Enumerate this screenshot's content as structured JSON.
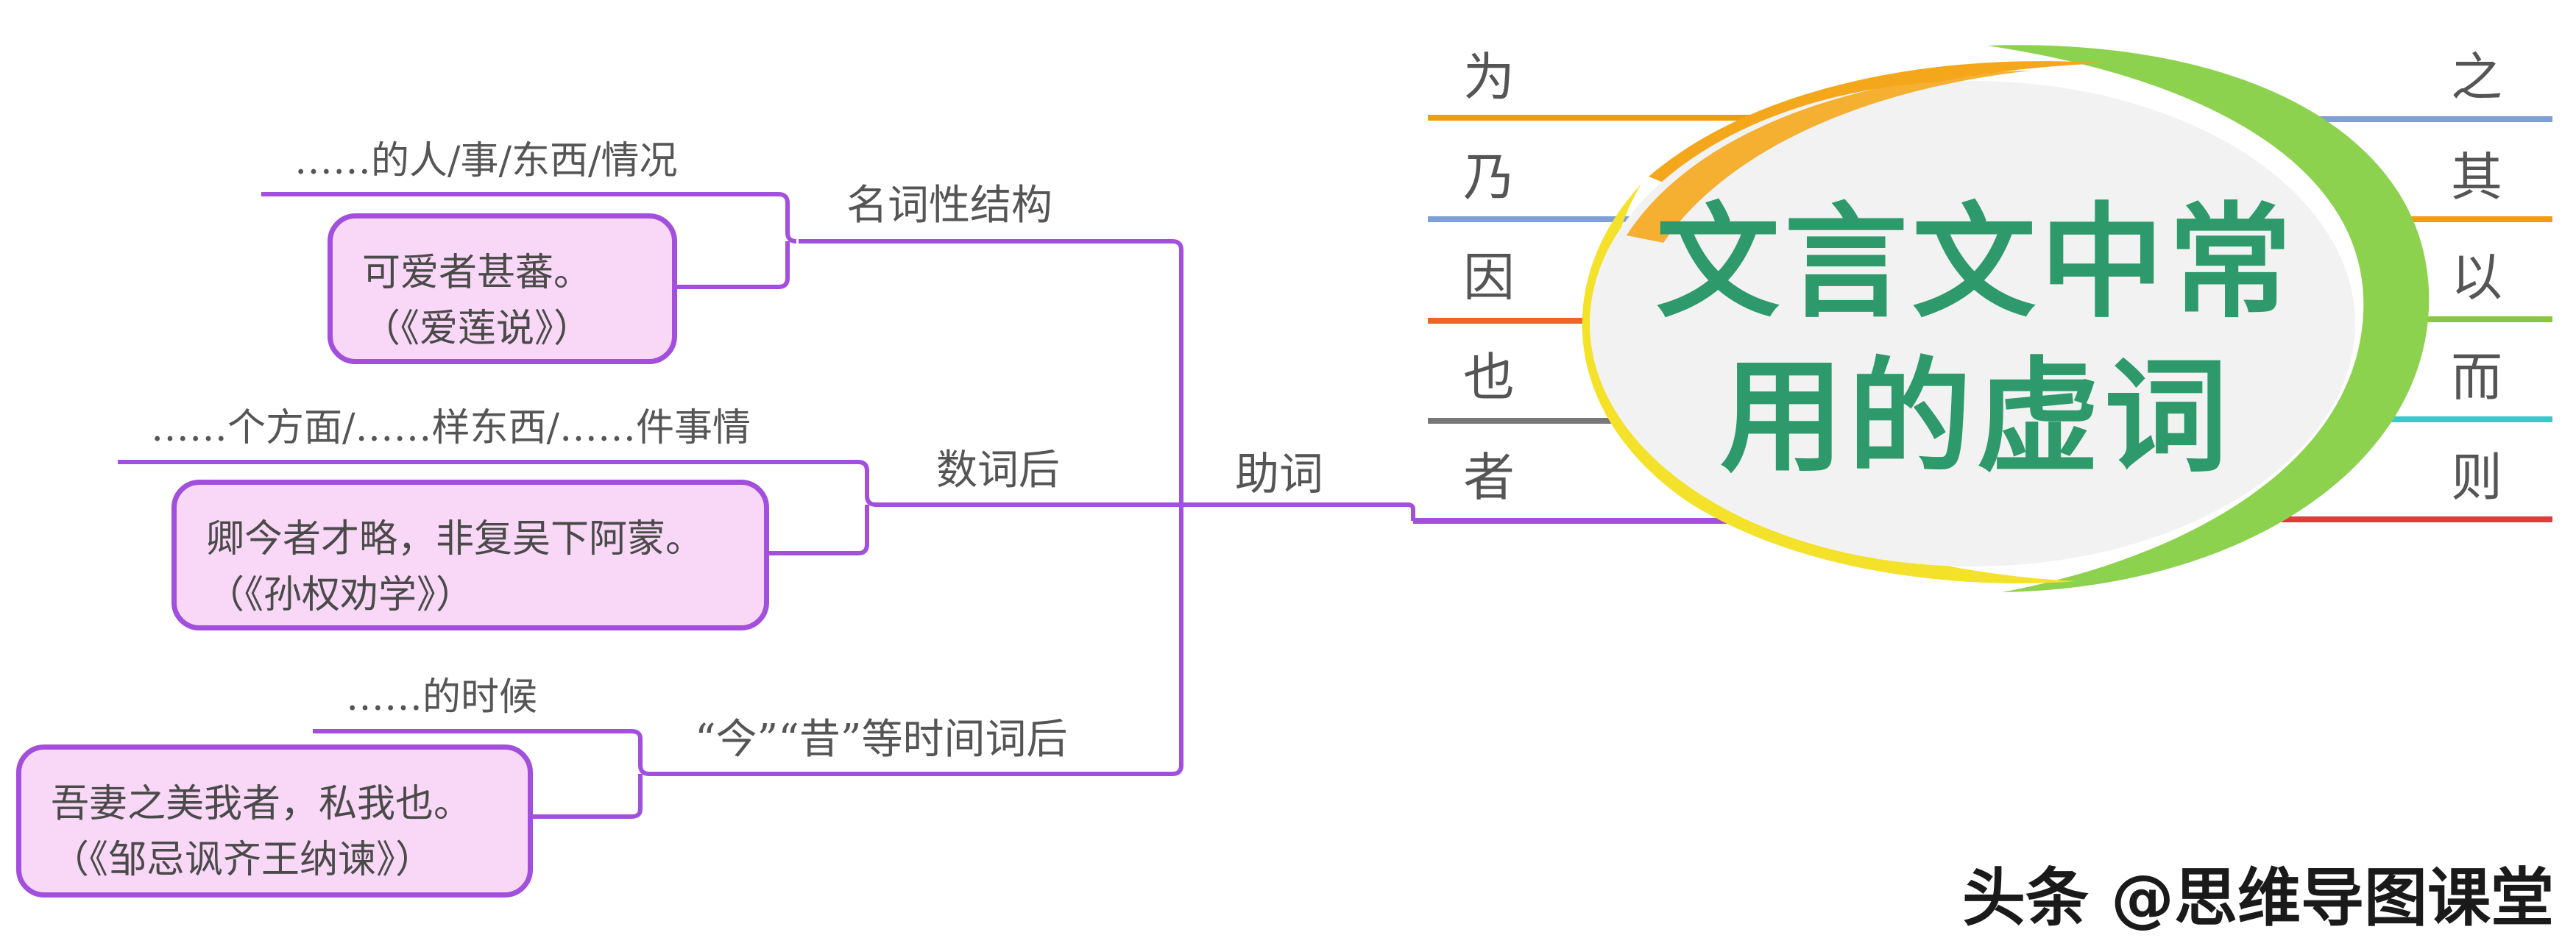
{
  "title": {
    "line1": "文言文中常",
    "line2": "用的虚词"
  },
  "left_words": [
    {
      "text": "为",
      "color": "#f39c12"
    },
    {
      "text": "乃",
      "color": "#7f9fd6"
    },
    {
      "text": "因",
      "color": "#f2622b"
    },
    {
      "text": "也",
      "color": "#777777"
    },
    {
      "text": "者",
      "color": "#a14fdc"
    }
  ],
  "right_words": [
    {
      "text": "之",
      "color": "#7f9fd6"
    },
    {
      "text": "其",
      "color": "#f39c12"
    },
    {
      "text": "以",
      "color": "#8cc63f"
    },
    {
      "text": "而",
      "color": "#3cc8c8"
    },
    {
      "text": "则",
      "color": "#e03c3c"
    }
  ],
  "branch": {
    "label": "助词",
    "color": "#a14fdc",
    "children": [
      {
        "label": "名词性结构",
        "meaning": "……的人/事/东西/情况",
        "example_line1": "可爱者甚蕃。",
        "example_line2": "（《爱莲说》）"
      },
      {
        "label": "数词后",
        "meaning": "……个方面/……样东西/……件事情",
        "example_line1": "卿今者才略，非复吴下阿蒙。",
        "example_line2": "（《孙权劝学》）"
      },
      {
        "label": "“今”“昔”等时间词后",
        "meaning": "……的时候",
        "example_line1": "吾妻之美我者，私我也。",
        "example_line2": "（《邹忌讽齐王纳谏》）"
      }
    ]
  },
  "watermark": "头条 @思维导图课堂"
}
